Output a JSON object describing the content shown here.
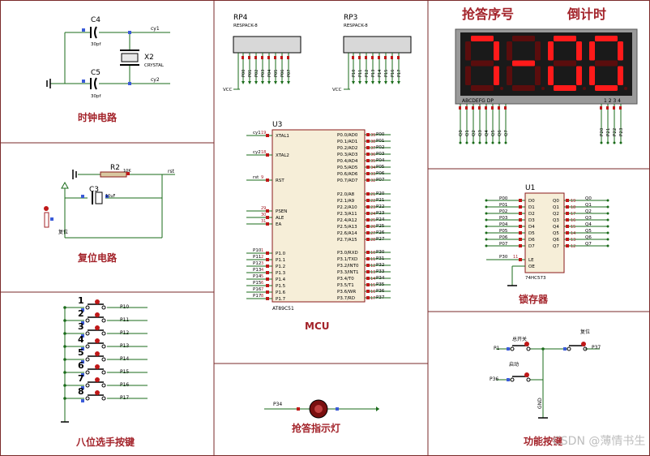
{
  "sections": {
    "clock": "时钟电路",
    "reset": "复位电路",
    "buttons": "八位选手按键",
    "mcu": "MCU",
    "latch": "锁存器",
    "function": "功能按键",
    "lamp": "抢答指示灯"
  },
  "display_header": {
    "number": "抢答序号",
    "countdown": "倒计时"
  },
  "display_value": "7-00",
  "display_labels": {
    "segments": "ABCDEFG DP",
    "digits": "1 2 3 4"
  },
  "watermark": "CSDN @薄情书生",
  "clock": {
    "c4": "C4",
    "c4_val": "30pf",
    "c5": "C5",
    "c5_val": "30pf",
    "x2": "X2",
    "x2_type": "CRYSTAL",
    "net1": "cy1",
    "net2": "cy2"
  },
  "reset": {
    "r2": "R2",
    "r2_val": "10K",
    "c3": "C3",
    "c3_val": "10uF",
    "switch": "复位",
    "net": "rst"
  },
  "rp4": {
    "ref": "RP4",
    "type": "RESPACK-8",
    "vcc": "VCC",
    "pins": [
      "P00",
      "P01",
      "P02",
      "P03",
      "P04",
      "P05",
      "P06",
      "P07"
    ]
  },
  "rp3": {
    "ref": "RP3",
    "type": "RESPACK-8",
    "vcc": "VCC",
    "pins": [
      "P10",
      "P11",
      "P12",
      "P13",
      "P14",
      "P15",
      "P16",
      "P17"
    ]
  },
  "display_nets": {
    "segs": [
      "Q0",
      "Q1",
      "Q2",
      "Q3",
      "Q4",
      "Q5",
      "Q6",
      "Q7"
    ],
    "digs": [
      "P20",
      "P21",
      "P22",
      "P23"
    ]
  },
  "mcu": {
    "ref": "U3",
    "type": "AT89C51",
    "left_top": [
      {
        "net": "cy1",
        "num": "19",
        "name": "XTAL1"
      },
      {
        "net": "cy2",
        "num": "18",
        "name": "XTAL2"
      },
      {
        "net": "rst",
        "num": "9",
        "name": "RST"
      },
      {
        "net": "",
        "num": "29",
        "name": "PSEN"
      },
      {
        "net": "",
        "num": "30",
        "name": "ALE"
      },
      {
        "net": "",
        "num": "31",
        "name": "EA"
      }
    ],
    "p1_pins": [
      {
        "net": "P10",
        "num": "1",
        "name": "P1.0"
      },
      {
        "net": "P11",
        "num": "2",
        "name": "P1.1"
      },
      {
        "net": "P12",
        "num": "3",
        "name": "P1.2"
      },
      {
        "net": "P13",
        "num": "4",
        "name": "P1.3"
      },
      {
        "net": "P14",
        "num": "5",
        "name": "P1.4"
      },
      {
        "net": "P15",
        "num": "6",
        "name": "P1.5"
      },
      {
        "net": "P16",
        "num": "7",
        "name": "P1.6"
      },
      {
        "net": "P17",
        "num": "8",
        "name": "P1.7"
      }
    ],
    "p0_pins": [
      {
        "name": "P0.0/AD0",
        "num": "39",
        "net": "P00"
      },
      {
        "name": "P0.1/AD1",
        "num": "38",
        "net": "P01"
      },
      {
        "name": "P0.2/AD2",
        "num": "37",
        "net": "P02"
      },
      {
        "name": "P0.3/AD3",
        "num": "36",
        "net": "P03"
      },
      {
        "name": "P0.4/AD4",
        "num": "35",
        "net": "P04"
      },
      {
        "name": "P0.5/AD5",
        "num": "34",
        "net": "P05"
      },
      {
        "name": "P0.6/AD6",
        "num": "33",
        "net": "P06"
      },
      {
        "name": "P0.7/AD7",
        "num": "32",
        "net": "P07"
      }
    ],
    "p2_pins": [
      {
        "name": "P2.0/A8",
        "num": "21",
        "net": "P20"
      },
      {
        "name": "P2.1/A9",
        "num": "22",
        "net": "P21"
      },
      {
        "name": "P2.2/A10",
        "num": "23",
        "net": "P22"
      },
      {
        "name": "P2.3/A11",
        "num": "24",
        "net": "P23"
      },
      {
        "name": "P2.4/A12",
        "num": "25",
        "net": "P24"
      },
      {
        "name": "P2.5/A13",
        "num": "26",
        "net": "P25"
      },
      {
        "name": "P2.6/A14",
        "num": "27",
        "net": "P26"
      },
      {
        "name": "P2.7/A15",
        "num": "28",
        "net": "P27"
      }
    ],
    "p3_pins": [
      {
        "name": "P3.0/RXD",
        "num": "10",
        "net": "P30"
      },
      {
        "name": "P3.1/TXD",
        "num": "11",
        "net": "P31"
      },
      {
        "name": "P3.2/INT0",
        "num": "12",
        "net": "P32"
      },
      {
        "name": "P3.3/INT1",
        "num": "13",
        "net": "P33"
      },
      {
        "name": "P3.4/T0",
        "num": "14",
        "net": "P34"
      },
      {
        "name": "P3.5/T1",
        "num": "15",
        "net": "P35"
      },
      {
        "name": "P3.6/WR",
        "num": "16",
        "net": "P36"
      },
      {
        "name": "P3.7/RD",
        "num": "17",
        "net": "P37"
      }
    ]
  },
  "latch": {
    "ref": "U1",
    "type": "74HC573",
    "d_pins": [
      {
        "net": "P00",
        "name": "D0"
      },
      {
        "net": "P01",
        "name": "D1"
      },
      {
        "net": "P02",
        "name": "D2"
      },
      {
        "net": "P03",
        "name": "D3"
      },
      {
        "net": "P04",
        "name": "D4"
      },
      {
        "net": "P05",
        "name": "D5"
      },
      {
        "net": "P06",
        "name": "D6"
      },
      {
        "net": "P07",
        "name": "D7"
      }
    ],
    "q_pins": [
      {
        "name": "Q0",
        "num": "19",
        "net": "Q0"
      },
      {
        "name": "Q1",
        "num": "18",
        "net": "Q1"
      },
      {
        "name": "Q2",
        "num": "17",
        "net": "Q2"
      },
      {
        "name": "Q3",
        "num": "16",
        "net": "Q3"
      },
      {
        "name": "Q4",
        "num": "15",
        "net": "Q4"
      },
      {
        "name": "Q5",
        "num": "14",
        "net": "Q5"
      },
      {
        "name": "Q6",
        "num": "13",
        "net": "Q6"
      },
      {
        "name": "Q7",
        "num": "12",
        "net": "Q7"
      }
    ],
    "le": "LE",
    "le_net": "P30",
    "le_num": "11",
    "oe": "OE"
  },
  "players": [
    {
      "n": "1",
      "net": "P10"
    },
    {
      "n": "2",
      "net": "P11"
    },
    {
      "n": "3",
      "net": "P12"
    },
    {
      "n": "4",
      "net": "P13"
    },
    {
      "n": "5",
      "net": "P14"
    },
    {
      "n": "6",
      "net": "P15"
    },
    {
      "n": "7",
      "net": "P16"
    },
    {
      "n": "8",
      "net": "P17"
    }
  ],
  "function_keys": {
    "start": "总开关",
    "start_net": "P1",
    "reset": "复位",
    "reset_net": "P37",
    "launch": "启动",
    "launch_net": "P36",
    "gnd": "GND"
  },
  "lamp": {
    "net": "P34"
  }
}
